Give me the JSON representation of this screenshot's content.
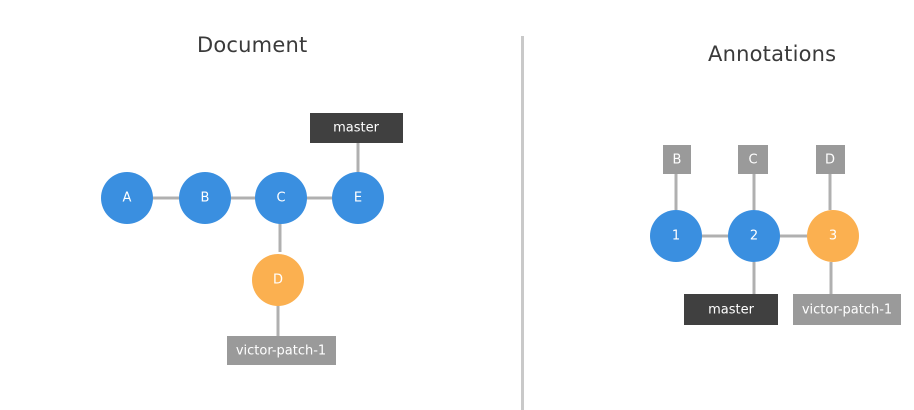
{
  "left": {
    "title": "Document",
    "nodes": {
      "A": "A",
      "B": "B",
      "C": "C",
      "E": "E",
      "D": "D"
    },
    "labels": {
      "master": "master",
      "branch": "victor-patch-1"
    }
  },
  "right": {
    "title": "Annotations",
    "nodes": {
      "n1": "1",
      "n2": "2",
      "n3": "3"
    },
    "commit_tags": {
      "n1": "B",
      "n2": "C",
      "n3": "D"
    },
    "labels": {
      "master": "master",
      "branch": "victor-patch-1"
    }
  },
  "colors": {
    "blue_node": "#3a8fe0",
    "orange_node": "#fbb050",
    "dark_label": "#404040",
    "gray_label": "#9a9a9a",
    "connector": "#b0b0b0",
    "divider": "#c9c9c9"
  }
}
